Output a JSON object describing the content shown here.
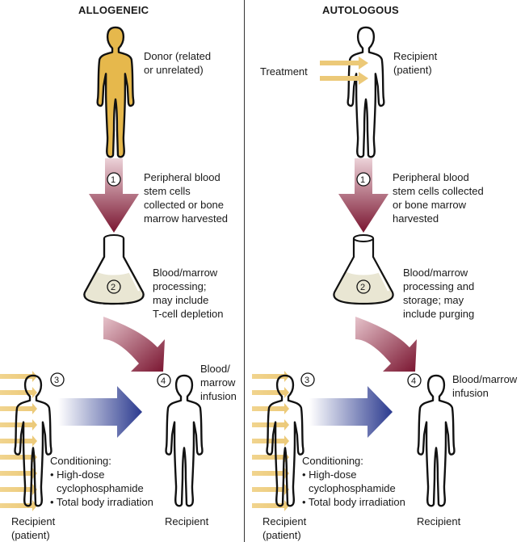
{
  "panels": [
    {
      "title": "ALLOGENEIC",
      "top_figure_label": [
        "Donor (related",
        "or unrelated)"
      ],
      "treatment_label": "",
      "step1_number": "1",
      "step1_text": [
        "Peripheral blood",
        "stem cells",
        "collected or bone",
        "marrow harvested"
      ],
      "step2_number": "2",
      "step2_text": [
        "Blood/marrow",
        "processing;",
        "may include",
        "T-cell depletion"
      ],
      "step3_number": "3",
      "step4_number": "4",
      "infusion_text": [
        "Blood/",
        "marrow",
        "infusion"
      ],
      "conditioning_title": "Conditioning:",
      "conditioning_items": [
        "• High-dose",
        "  cyclophosphamide",
        "• Total body irradiation"
      ],
      "recipient_patient_label": [
        "Recipient",
        "(patient)"
      ],
      "recipient_label": "Recipient"
    },
    {
      "title": "AUTOLOGOUS",
      "top_figure_label": [
        "Recipient",
        "(patient)"
      ],
      "treatment_label": "Treatment",
      "step1_number": "1",
      "step1_text": [
        "Peripheral blood",
        "stem cells collected",
        "or bone marrow",
        "harvested"
      ],
      "step2_number": "2",
      "step2_text": [
        "Blood/marrow",
        "processing and",
        "storage; may",
        "include purging"
      ],
      "step3_number": "3",
      "step4_number": "4",
      "infusion_text": [
        "Blood/marrow",
        "infusion"
      ],
      "conditioning_title": "Conditioning:",
      "conditioning_items": [
        "• High-dose",
        "  cyclophosphamide",
        "• Total body irradiation"
      ],
      "recipient_patient_label": [
        "Recipient",
        "(patient)"
      ],
      "recipient_label": "Recipient"
    }
  ],
  "colors": {
    "donor_fill": "#e6b84c",
    "ray": "#f0d48e",
    "down_arrow_dark": "#7a1530",
    "down_arrow_light": "#e9c9d0",
    "blue_arrow_dark": "#2b3a8f",
    "flask_liquid": "#e9e6d3",
    "outline": "#111111"
  }
}
